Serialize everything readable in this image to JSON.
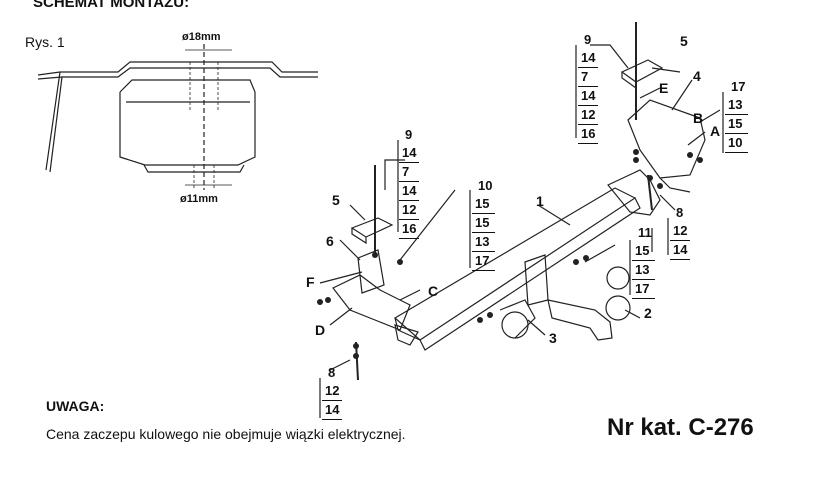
{
  "title": "SCHEMAT MONTAŻU:",
  "figure_label": "Rys. 1",
  "dimensions": {
    "top": "ø18mm",
    "bottom": "ø11mm"
  },
  "warning_title": "UWAGA:",
  "warning_text": "Cena zaczepu kulowego nie obejmuje wiązki elektrycznej.",
  "catalog_number": "Nr kat. C-276",
  "part_labels": [
    "1",
    "2",
    "3",
    "4",
    "5",
    "5",
    "6",
    "A",
    "B",
    "C",
    "D",
    "E",
    "F"
  ],
  "callouts": {
    "left_bolt": [
      "9",
      "14",
      "7",
      "14",
      "12",
      "16"
    ],
    "left_mid": [
      "10",
      "15",
      "15",
      "13",
      "17"
    ],
    "right_top_bolt": [
      "9",
      "14",
      "7",
      "14",
      "12",
      "16"
    ],
    "right_top_a": [
      "17",
      "13",
      "15",
      "10"
    ],
    "right_8": [
      "8",
      "12",
      "14"
    ],
    "right_11": [
      "11",
      "15",
      "13",
      "17"
    ],
    "bottom_8": [
      "8",
      "12",
      "14"
    ]
  },
  "labels": {
    "l1": "1",
    "l2": "2",
    "l3": "3",
    "l4": "4",
    "l5a": "5",
    "l5b": "5",
    "l6": "6",
    "A": "A",
    "B": "B",
    "C": "C",
    "D": "D",
    "E": "E",
    "F": "F"
  }
}
